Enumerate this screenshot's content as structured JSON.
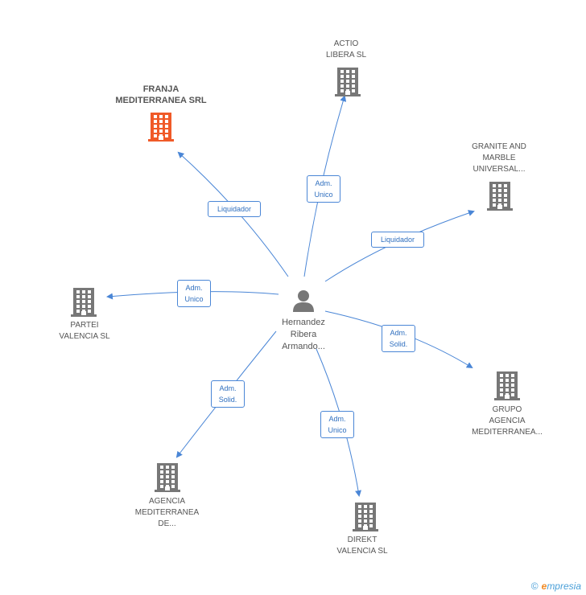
{
  "center": {
    "name": "Hernandez\nRibera\nArmando..."
  },
  "companies": [
    {
      "id": "franja",
      "name": "FRANJA\nMEDITERRANEA SRL",
      "highlight": true
    },
    {
      "id": "actio",
      "name": "ACTIO\nLIBERA  SL",
      "highlight": false
    },
    {
      "id": "granite",
      "name": "GRANITE AND\nMARBLE\nUNIVERSAL...",
      "highlight": false
    },
    {
      "id": "partei",
      "name": "PARTEI\nVALENCIA  SL",
      "highlight": false
    },
    {
      "id": "grupo",
      "name": "GRUPO\nAGENCIA\nMEDITERRANEA...",
      "highlight": false
    },
    {
      "id": "agencia",
      "name": "AGENCIA\nMEDITERRANEA\nDE...",
      "highlight": false
    },
    {
      "id": "direkt",
      "name": "DIREKT\nVALENCIA  SL",
      "highlight": false
    }
  ],
  "relations": [
    {
      "target": "franja",
      "role": "Liquidador"
    },
    {
      "target": "actio",
      "role": "Adm.\nUnico"
    },
    {
      "target": "granite",
      "role": "Liquidador"
    },
    {
      "target": "partei",
      "role": "Adm.\nUnico"
    },
    {
      "target": "grupo",
      "role": "Adm.\nSolid."
    },
    {
      "target": "agencia",
      "role": "Adm.\nSolid."
    },
    {
      "target": "direkt",
      "role": "Adm.\nUnico"
    }
  ],
  "colors": {
    "edge": "#4a86d6",
    "building": "#777777",
    "highlight": "#f05a28"
  },
  "footer": {
    "copyright": "©",
    "brand_initial": "e",
    "brand_rest": "mpresia"
  }
}
